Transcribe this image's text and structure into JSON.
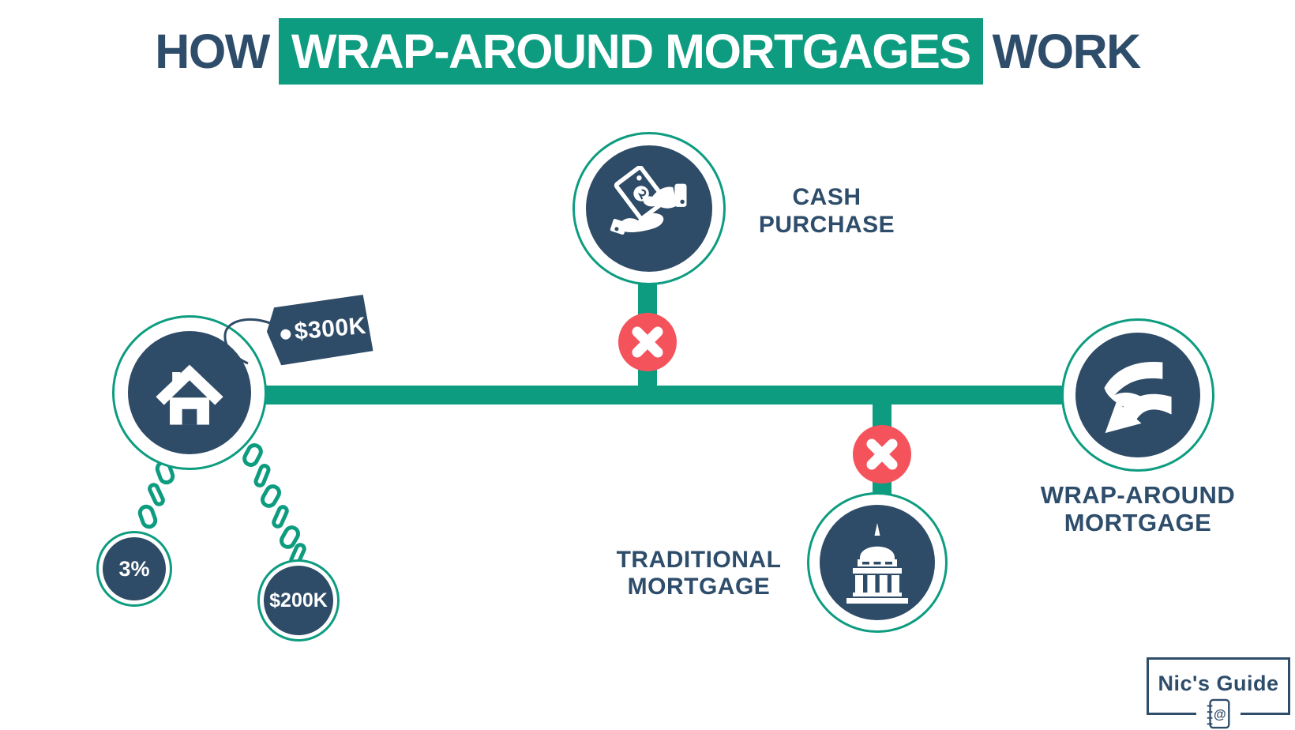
{
  "title": {
    "pre": "HOW",
    "highlight": "WRAP-AROUND MORTGAGES",
    "post": "WORK"
  },
  "property": {
    "price_tag": "$300K",
    "interest_rate": "3%",
    "loan_balance": "$200K"
  },
  "options": {
    "cash": {
      "line1": "CASH",
      "line2": "PURCHASE",
      "rejected": true
    },
    "traditional": {
      "line1": "TRADITIONAL",
      "line2": "MORTGAGE",
      "rejected": true
    },
    "wrap": {
      "line1": "WRAP-AROUND",
      "line2": "MORTGAGE",
      "rejected": false
    }
  },
  "logo": {
    "text": "Nic's Guide"
  },
  "icons": {
    "house": "house-icon",
    "price_tag": "price-tag-icon",
    "chains": "chain-icon",
    "cash": "cash-in-hand-icon",
    "bank": "bank-building-icon",
    "wrap": "wrap-ribbon-icon",
    "reject": "x-cross-icon",
    "logo": "notebook-at-icon"
  },
  "colors": {
    "green": "#0D9C80",
    "navy": "#2E4B67",
    "text_navy": "#2E4D6B",
    "red": "#F4535C",
    "white": "#FFFFFF"
  }
}
